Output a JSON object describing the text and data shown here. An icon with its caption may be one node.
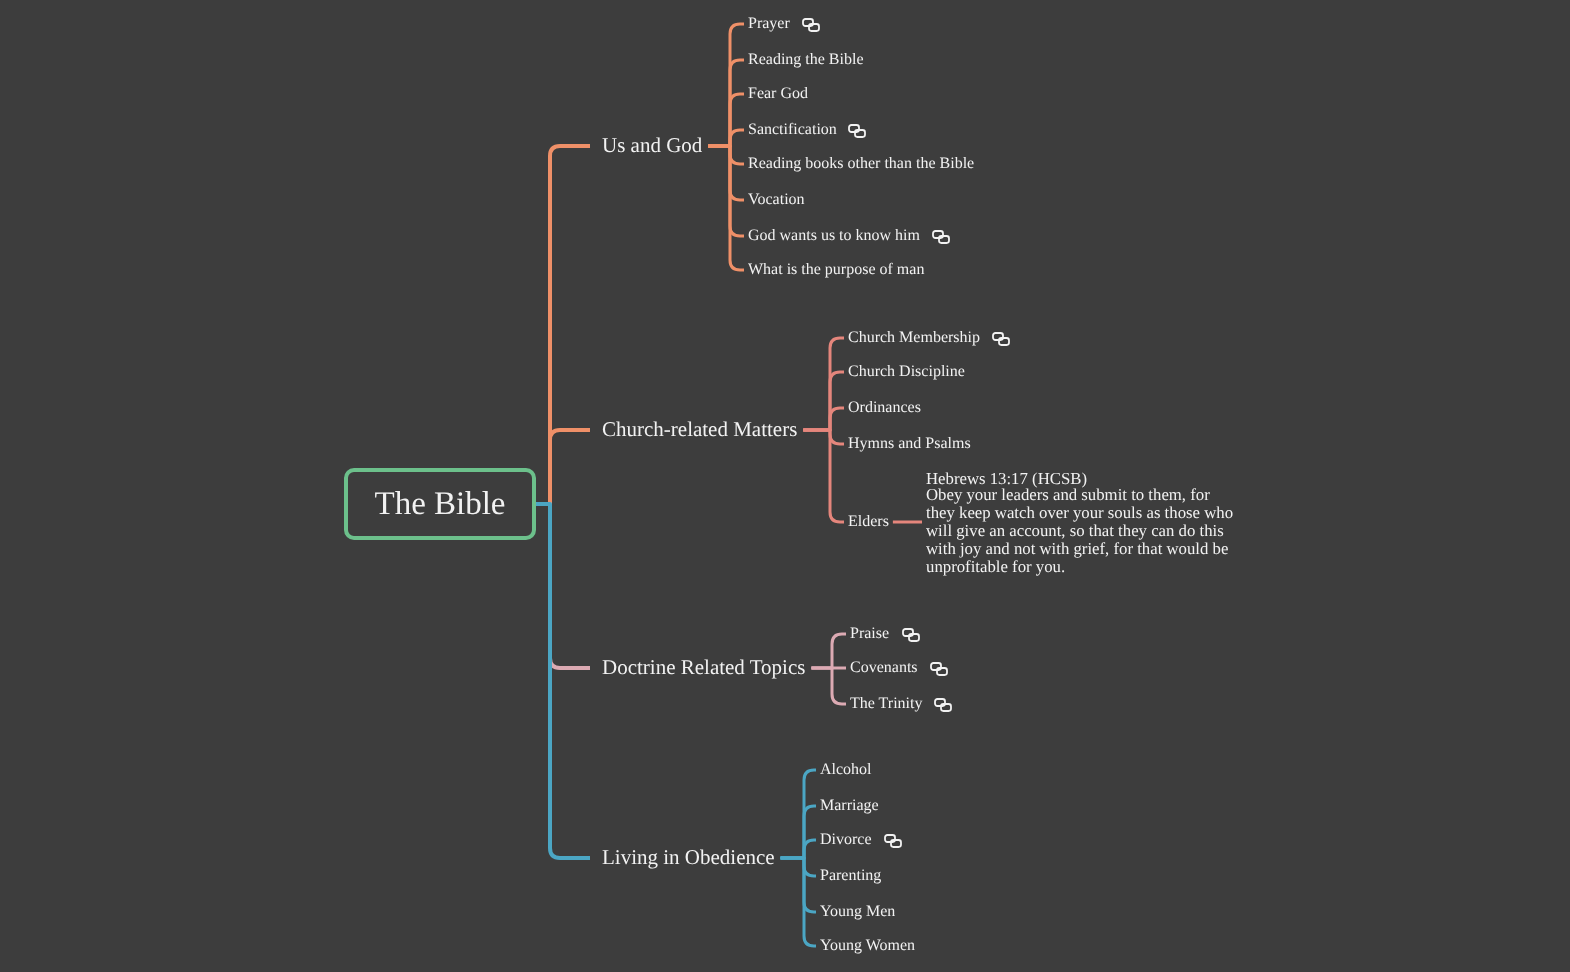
{
  "diagram": {
    "nodes": [
      {
        "text": [
          "The Bible"
        ]
      },
      {
        "text": [
          "Us and God"
        ]
      },
      {
        "text": [
          "Prayer"
        ]
      },
      {
        "text": [
          "Reading the Bible"
        ]
      },
      {
        "text": [
          "Fear God"
        ]
      },
      {
        "text": [
          "Sanctification"
        ]
      },
      {
        "text": [
          "Reading books other than the Bible"
        ]
      },
      {
        "text": [
          "Vocation"
        ]
      },
      {
        "text": [
          "God wants us to know him"
        ]
      },
      {
        "text": [
          "What is the purpose of man"
        ]
      },
      {
        "text": [
          "Church-related Matters"
        ]
      },
      {
        "text": [
          "Church Membership"
        ]
      },
      {
        "text": [
          "Church Discipline"
        ]
      },
      {
        "text": [
          "Ordinances"
        ]
      },
      {
        "text": [
          "Hymns and Psalms"
        ]
      },
      {
        "text": [
          "Elders"
        ]
      },
      {
        "text": [
          "Hebrews 13:17 (HCSB)",
          "Obey your leaders and submit to them, for they keep watch over your souls as those who will give an account, so that they can do this with joy and not with grief, for that would be unprofitable for you."
        ]
      },
      {
        "text": [
          "Doctrine Related Topics"
        ]
      },
      {
        "text": [
          "Praise"
        ]
      },
      {
        "text": [
          "Covenants"
        ]
      },
      {
        "text": [
          "The Trinity"
        ]
      },
      {
        "text": [
          "Living in Obedience"
        ]
      },
      {
        "text": [
          "Alcohol"
        ]
      },
      {
        "text": [
          "Marriage"
        ]
      },
      {
        "text": [
          "Divorce"
        ]
      },
      {
        "text": [
          "Parenting"
        ]
      },
      {
        "text": [
          "Young Men"
        ]
      },
      {
        "text": [
          "Young Women"
        ]
      }
    ],
    "edges": [
      {
        "from": 0,
        "to": 1,
        "arrow": "none"
      },
      {
        "from": 1,
        "to": 2,
        "arrow": "none"
      },
      {
        "from": 1,
        "to": 3,
        "arrow": "none"
      },
      {
        "from": 1,
        "to": 4,
        "arrow": "none"
      },
      {
        "from": 1,
        "to": 5,
        "arrow": "none"
      },
      {
        "from": 1,
        "to": 6,
        "arrow": "none"
      },
      {
        "from": 1,
        "to": 7,
        "arrow": "none"
      },
      {
        "from": 1,
        "to": 8,
        "arrow": "none"
      },
      {
        "from": 1,
        "to": 9,
        "arrow": "none"
      },
      {
        "from": 0,
        "to": 10,
        "arrow": "none"
      },
      {
        "from": 10,
        "to": 11,
        "arrow": "none",
        "color": "#e5867c"
      },
      {
        "from": 10,
        "to": 12,
        "arrow": "none",
        "color": "#e5867c"
      },
      {
        "from": 10,
        "to": 13,
        "arrow": "none",
        "color": "#e5867c"
      },
      {
        "from": 10,
        "to": 14,
        "arrow": "none",
        "color": "#e5867c"
      },
      {
        "from": 10,
        "to": 15,
        "arrow": "none",
        "color": "#e5867c"
      },
      {
        "from": 15,
        "to": 16,
        "arrow": "none",
        "color": "#e5867c"
      },
      {
        "from": 0,
        "to": 17,
        "arrow": "none",
        "color": "#dcaab3"
      },
      {
        "from": 17,
        "to": 18,
        "arrow": "none",
        "color": "#dcaab3"
      },
      {
        "from": 17,
        "to": 19,
        "arrow": "none",
        "color": "#dcaab3"
      },
      {
        "from": 17,
        "to": 20,
        "arrow": "none",
        "color": "#dcaab3"
      },
      {
        "from": 0,
        "to": 21,
        "arrow": "none",
        "color": "#4ba6c4"
      },
      {
        "from": 21,
        "to": 22,
        "arrow": "none",
        "color": "#4ba6c4"
      },
      {
        "from": 21,
        "to": 23,
        "arrow": "none",
        "color": "#4ba6c4"
      },
      {
        "from": 21,
        "to": 24,
        "arrow": "none",
        "color": "#4ba6c4"
      },
      {
        "from": 21,
        "to": 25,
        "arrow": "none",
        "color": "#4ba6c4"
      },
      {
        "from": 21,
        "to": 26,
        "arrow": "none",
        "color": "#4ba6c4"
      },
      {
        "from": 21,
        "to": 27,
        "arrow": "none",
        "color": "#4ba6c4"
      }
    ]
  }
}
